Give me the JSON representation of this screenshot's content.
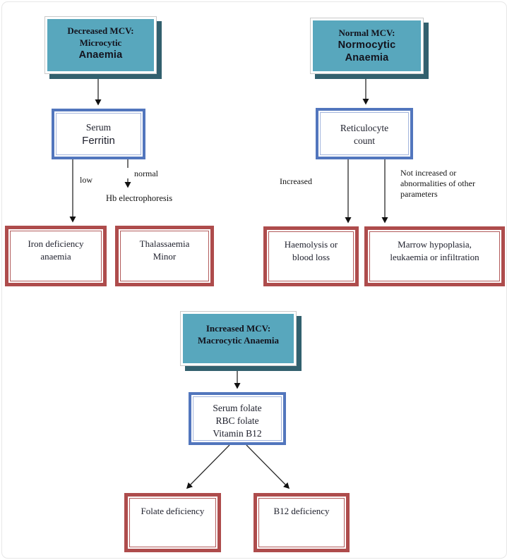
{
  "diagram_title_implicit": "Anaemia classification by MCV flowchart",
  "colors": {
    "header_fill": "#58a7bd",
    "header_shadow": "#32606e",
    "header_card_border": "#c9c9c9",
    "test_box_border": "#5276bd",
    "test_box_inner_border": "#a3b5dd",
    "outcome_box_border": "#ae4c4c",
    "text": "#1b1b26",
    "connector": "#2a2a2a"
  },
  "boxes": {
    "microcytic_header": {
      "l1": "Decreased MCV:",
      "l2": "Microcytic",
      "l3": "Anaemia"
    },
    "normocytic_header": {
      "l1": "Normal MCV:",
      "l2": "Normocytic",
      "l3": "Anaemia"
    },
    "macrocytic_header": {
      "l1": "Increased MCV:",
      "l2": "Macrocytic Anaemia"
    },
    "serum_ferritin": {
      "l1": "Serum",
      "l2": "Ferritin"
    },
    "reticulocyte_count": {
      "l1": "Reticulocyte",
      "l2": "count"
    },
    "folate_b12_tests": {
      "l1": "Serum folate",
      "l2": "RBC folate",
      "l3": "Vitamin B12"
    },
    "iron_deficiency": {
      "l1": "Iron deficiency",
      "l2": "anaemia"
    },
    "thalassaemia_minor": {
      "l1": "Thalassaemia",
      "l2": "Minor"
    },
    "haemolysis": {
      "l1": "Haemolysis or",
      "l2": "blood loss"
    },
    "marrow": {
      "l1": "Marrow hypoplasia,",
      "l2": "leukaemia or infiltration"
    },
    "folate_deficiency": {
      "l1": "Folate deficiency"
    },
    "b12_deficiency": {
      "l1": "B12 deficiency"
    }
  },
  "edge_labels": {
    "low": "low",
    "normal": "normal",
    "hb_electrophoresis": "Hb electrophoresis",
    "increased": "Increased",
    "not_increased": "Not increased or abnormalities of other parameters"
  }
}
